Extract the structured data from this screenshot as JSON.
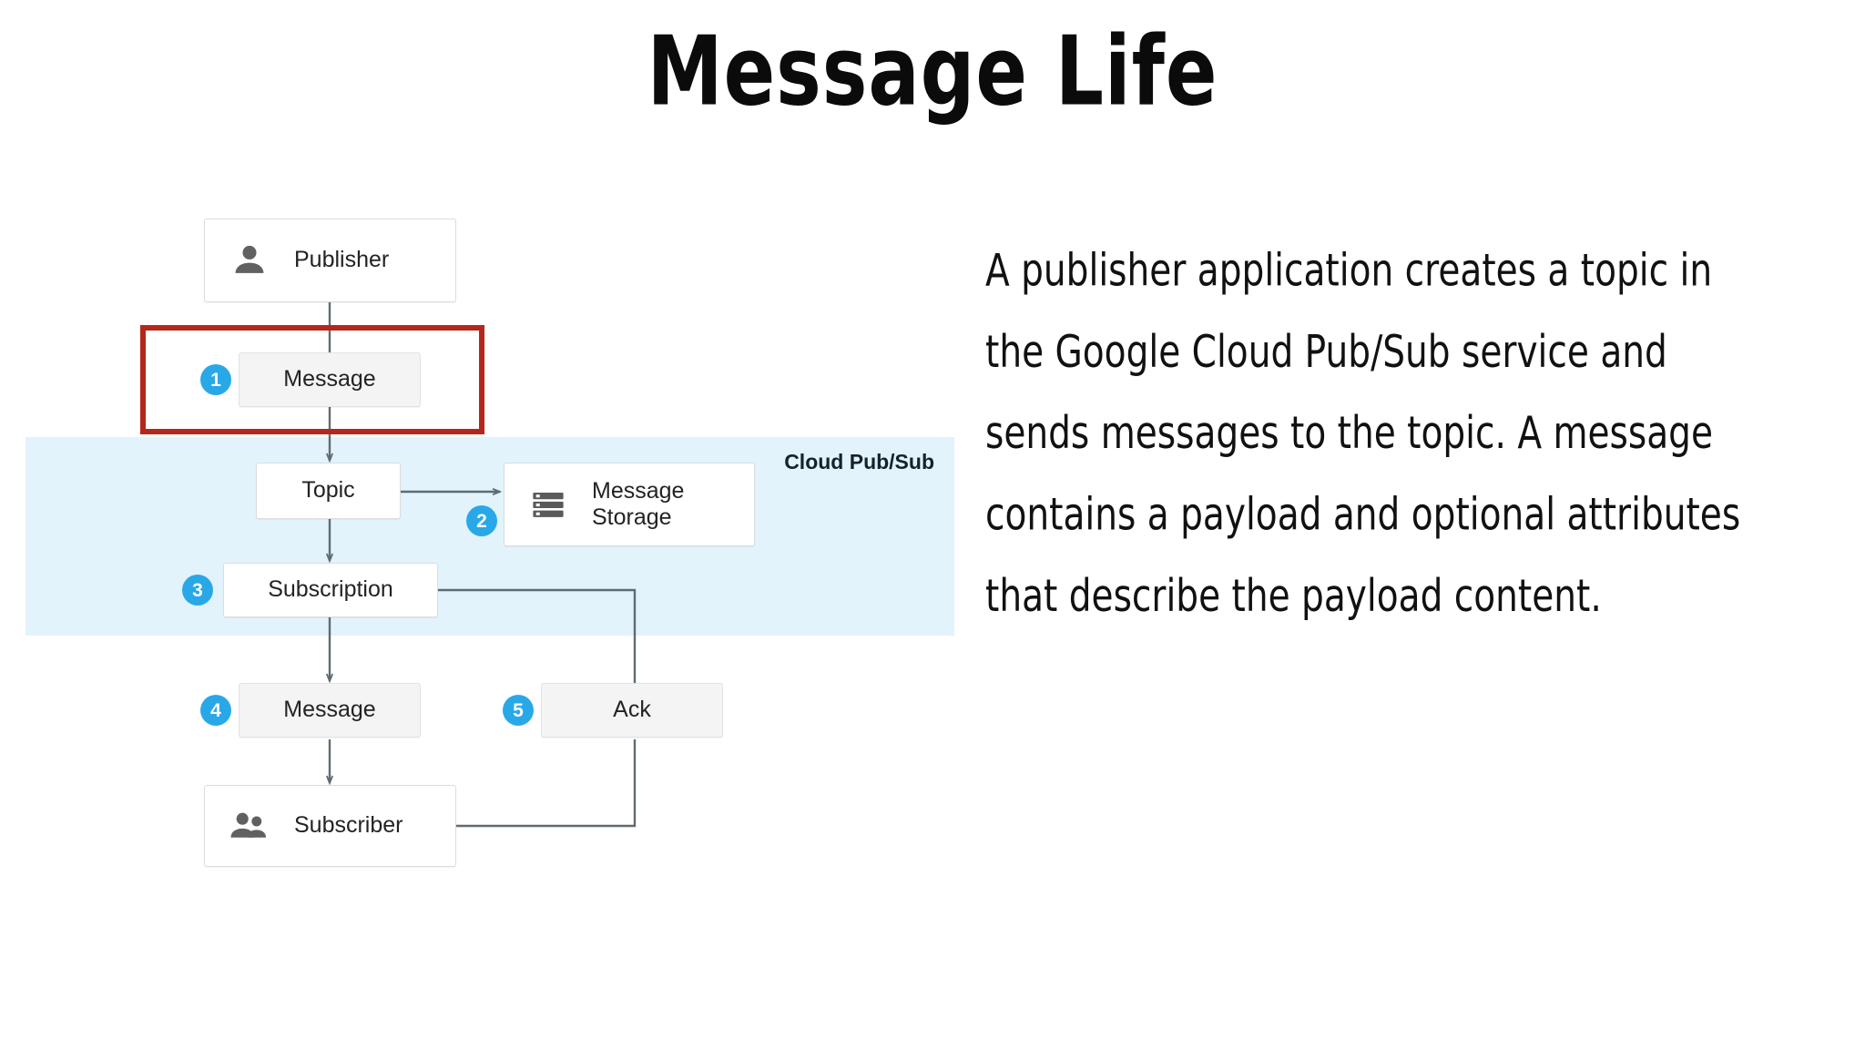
{
  "slide": {
    "title": "Message Life",
    "background": "#ffffff"
  },
  "colors": {
    "badge_blue": "#29a8e8",
    "highlight_red": "#b4271a",
    "pubsub_band": "#e2f3fc",
    "node_grey": "#f4f4f4",
    "connector": "#5f6b72",
    "icon_grey": "#616161"
  },
  "diagram": {
    "region": {
      "label": "Cloud Pub/Sub",
      "fill": "#e2f3fc"
    },
    "nodes": {
      "publisher": {
        "label": "Publisher",
        "icon": "person-icon"
      },
      "message_out": {
        "label": "Message"
      },
      "topic": {
        "label": "Topic"
      },
      "message_storage": {
        "label": "Message\nStorage",
        "line1": "Message",
        "line2": "Storage",
        "icon": "storage-icon"
      },
      "subscription": {
        "label": "Subscription"
      },
      "message_in": {
        "label": "Message"
      },
      "ack": {
        "label": "Ack"
      },
      "subscriber": {
        "label": "Subscriber",
        "icon": "people-icon"
      }
    },
    "badges": [
      {
        "number": "1",
        "for": "message_out"
      },
      {
        "number": "2",
        "for": "message_storage"
      },
      {
        "number": "3",
        "for": "subscription"
      },
      {
        "number": "4",
        "for": "message_in"
      },
      {
        "number": "5",
        "for": "ack"
      }
    ]
  },
  "body": {
    "paragraph": "A publisher application creates a topic in the Google Cloud Pub/Sub service and sends messages to the topic. A message contains a payload and optional attributes that describe the payload content."
  }
}
